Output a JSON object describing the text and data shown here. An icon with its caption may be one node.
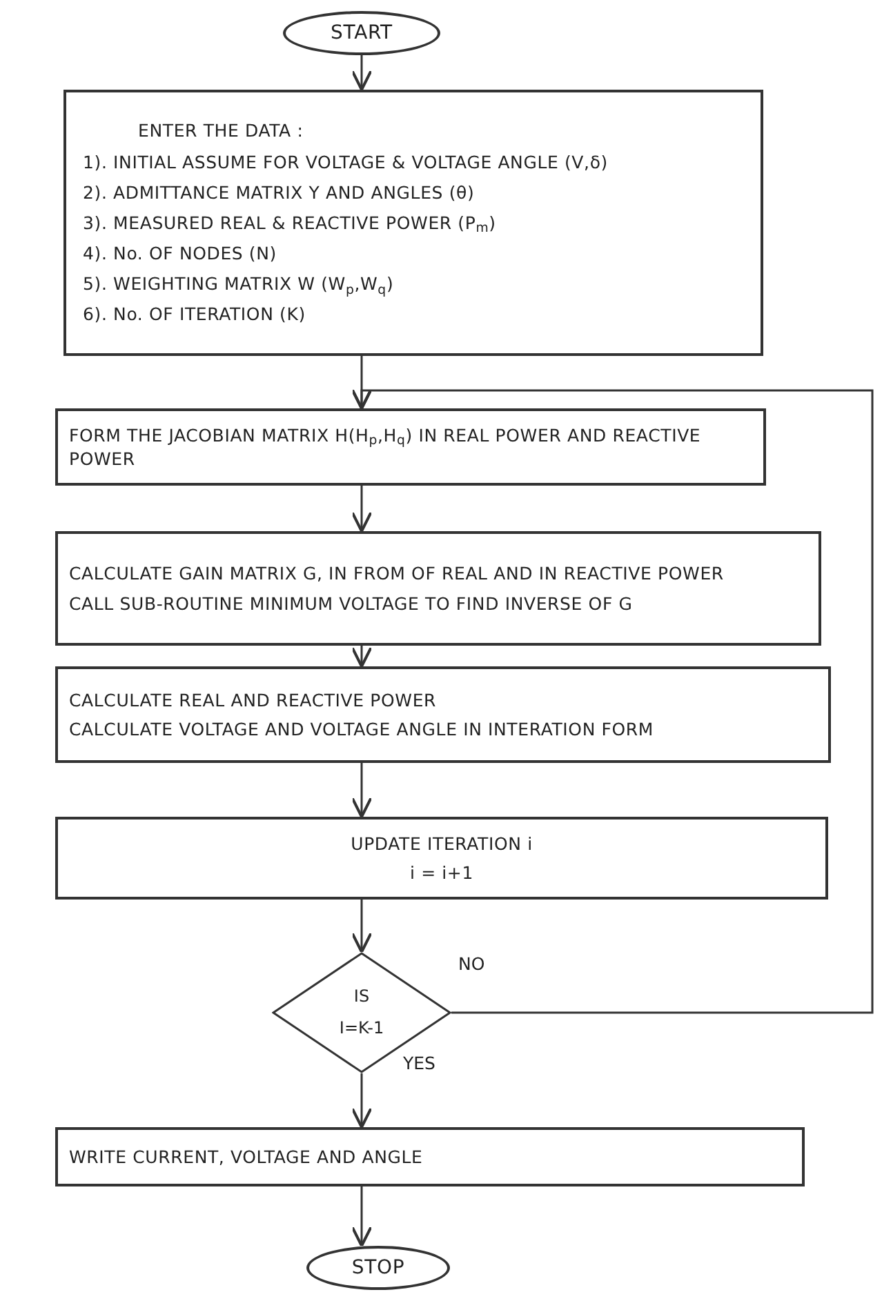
{
  "diagram": {
    "nodes": [
      {
        "text": [
          "START"
        ]
      },
      {
        "text": [
          "ENTER THE DATA :",
          "1). INITIAL ASSUME FOR VOLTAGE & VOLTAGE ANGLE (V,δ)",
          "2). ADMITTANCE MATRIX Y AND ANGLES (θ)",
          "3). MEASURED REAL & REACTIVE POWER (P$_{m}$)",
          "4). No. OF NODES (N)",
          "5). WEIGHTING MATRIX W (W$_{p}$,W$_{q}$)",
          "6). No. OF ITERATION (K)"
        ]
      },
      {
        "text": [
          "FORM THE JACOBIAN MATRIX H(H$_{p}$,H$_{q}$) IN REAL POWER AND REACTIVE POWER"
        ]
      },
      {
        "text": [
          "CALCULATE GAIN MATRIX G, IN FROM OF REAL AND IN REACTIVE POWER",
          "CALL SUB-ROUTINE MINIMUM VOLTAGE TO FIND INVERSE OF G"
        ]
      },
      {
        "text": [
          "CALCULATE REAL AND REACTIVE POWER",
          "CALCULATE VOLTAGE AND VOLTAGE ANGLE IN INTERATION FORM"
        ]
      },
      {
        "text": [
          "UPDATE ITERATION i",
          "i = i+1"
        ]
      },
      {
        "text": [
          "IS",
          "I=K-1"
        ]
      },
      {
        "text": [
          "WRITE CURRENT, VOLTAGE AND ANGLE"
        ]
      },
      {
        "text": [
          "STOP"
        ]
      }
    ],
    "edges": [
      {
        "from": 0,
        "to": 1,
        "arrow": "to"
      },
      {
        "from": 1,
        "to": 2,
        "arrow": "to"
      },
      {
        "from": 2,
        "to": 3,
        "arrow": "to"
      },
      {
        "from": 3,
        "to": 4,
        "arrow": "to"
      },
      {
        "from": 4,
        "to": 5,
        "arrow": "to"
      },
      {
        "from": 5,
        "to": 6,
        "arrow": "to"
      },
      {
        "from": 6,
        "to": 7,
        "arrow": "to",
        "label": "YES"
      },
      {
        "from": 6,
        "to": 2,
        "arrow": "to",
        "label": "NO"
      },
      {
        "from": 7,
        "to": 8,
        "arrow": "to"
      }
    ]
  }
}
